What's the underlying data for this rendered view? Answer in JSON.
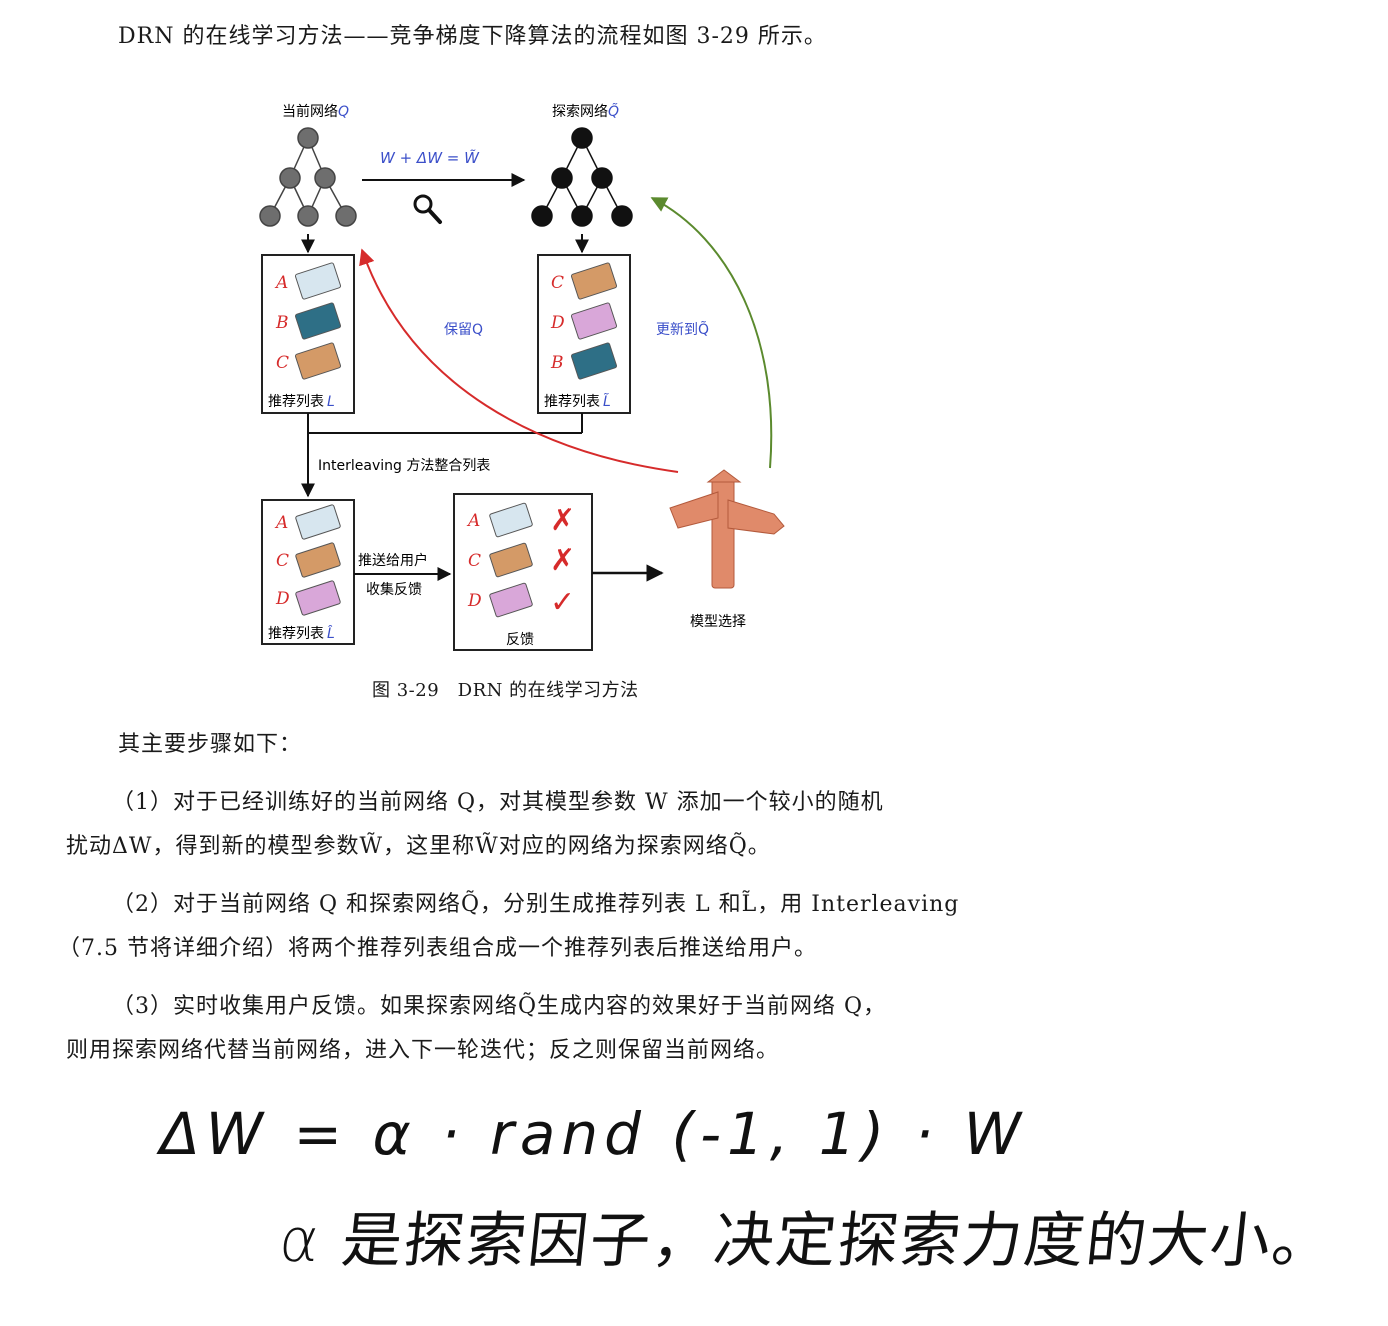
{
  "intro": "DRN 的在线学习方法——竞争梯度下降算法的流程如图 3-29 所示。",
  "figure": {
    "current_net": "当前网络",
    "current_sym": "Q",
    "explore_net": "探索网络",
    "explore_sym": "Q̃",
    "formula": "W + ΔW = W̃",
    "keep_label": "保留Q",
    "update_label": "更新到Q̃",
    "list_L": {
      "items": [
        "A",
        "B",
        "C"
      ],
      "caption": "推荐列表",
      "sym": "L",
      "colors": [
        "#d7e6ef",
        "#2e6f86",
        "#d49a67"
      ]
    },
    "list_Lt": {
      "items": [
        "C",
        "D",
        "B"
      ],
      "caption": "推荐列表",
      "sym": "L̃",
      "colors": [
        "#d49a67",
        "#d9a7d9",
        "#2e6f86"
      ]
    },
    "interleave": "Interleaving 方法整合列表",
    "list_Lh": {
      "items": [
        "A",
        "C",
        "D"
      ],
      "caption": "推荐列表",
      "sym": "L̂",
      "colors": [
        "#d7e6ef",
        "#d49a67",
        "#d9a7d9"
      ]
    },
    "push": "推送给用户",
    "collect": "收集反馈",
    "feedback": {
      "items": [
        "A",
        "C",
        "D"
      ],
      "marks": [
        "✗",
        "✗",
        "✓"
      ],
      "caption": "反馈"
    },
    "model_select": "模型选择",
    "caption": "图 3-29　DRN 的在线学习方法"
  },
  "steps_intro": "其主要步骤如下：",
  "step1_line1": "（1）对于已经训练好的当前网络 Q，对其模型参数 W 添加一个较小的随机",
  "step1_line2": "扰动ΔW，得到新的模型参数W̃，这里称W̃对应的网络为探索网络Q̃。",
  "step2_line1": "（2）对于当前网络 Q 和探索网络Q̃，分别生成推荐列表 L 和L̃，用 Interleaving",
  "step2_line2": "（7.5 节将详细介绍）将两个推荐列表组合成一个推荐列表后推送给用户。",
  "step3_line1": "（3）实时收集用户反馈。如果探索网络Q̃生成内容的效果好于当前网络 Q，",
  "step3_line2": "则用探索网络代替当前网络，进入下一轮迭代；反之则保留当前网络。",
  "handwriting": {
    "line1": "ΔW = α · rand (-1, 1) · W",
    "line2": "α 是探索因子，决定探索力度的大小。"
  },
  "colors": {
    "red": "#d62b2b",
    "green": "#5b8a2e",
    "blue": "#3b4fc9",
    "gray_node": "#6e6e6e",
    "dark_node": "#111111"
  }
}
